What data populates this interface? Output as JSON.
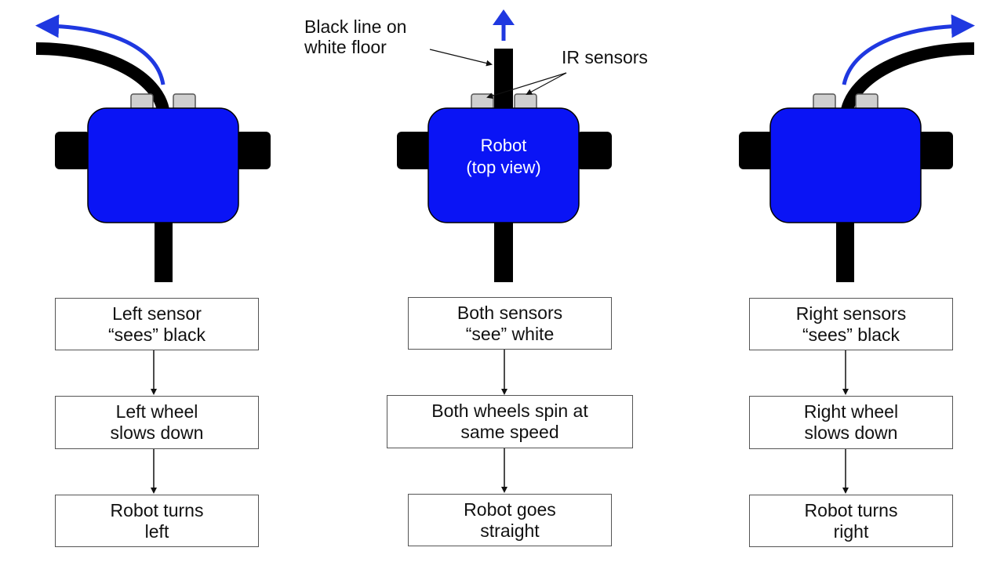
{
  "colors": {
    "robot_body": "#0a14f5",
    "arrow": "#1f38e0",
    "line": "#000000",
    "sensor": "#cfcfcf",
    "wheel": "#000000"
  },
  "annotations": {
    "black_line": "Black line on\nwhite floor",
    "ir_sensors": "IR sensors",
    "robot": "Robot\n(top view)"
  },
  "columns": [
    {
      "steps": [
        "Left sensor\n“sees” black",
        "Left wheel\nslows down",
        "Robot turns\nleft"
      ]
    },
    {
      "steps": [
        "Both sensors\n“see” white",
        "Both wheels spin at\nsame speed",
        "Robot goes\nstraight"
      ]
    },
    {
      "steps": [
        "Right sensors\n“sees” black",
        "Right wheel\nslows down",
        "Robot turns\nright"
      ]
    }
  ]
}
